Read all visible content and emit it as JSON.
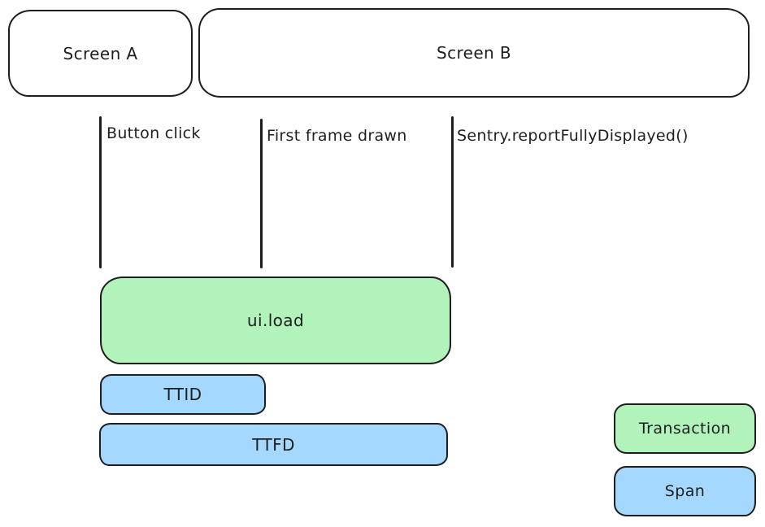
{
  "screens": [
    {
      "label": "Screen A"
    },
    {
      "label": "Screen B"
    }
  ],
  "events": [
    {
      "label": "Button click"
    },
    {
      "label": "First frame drawn"
    },
    {
      "label": "Sentry.reportFullyDisplayed()"
    }
  ],
  "bars": [
    {
      "label": "ui.load",
      "kind": "transaction"
    },
    {
      "label": "TTID",
      "kind": "span"
    },
    {
      "label": "TTFD",
      "kind": "span"
    }
  ],
  "legend": [
    {
      "label": "Transaction",
      "color": "#b2f2bb"
    },
    {
      "label": "Span",
      "color": "#a5d8ff"
    }
  ],
  "colors": {
    "transaction_fill": "#b2f2bb",
    "span_fill": "#a5d8ff",
    "stroke": "#1e1e1e",
    "background": "#ffffff"
  }
}
